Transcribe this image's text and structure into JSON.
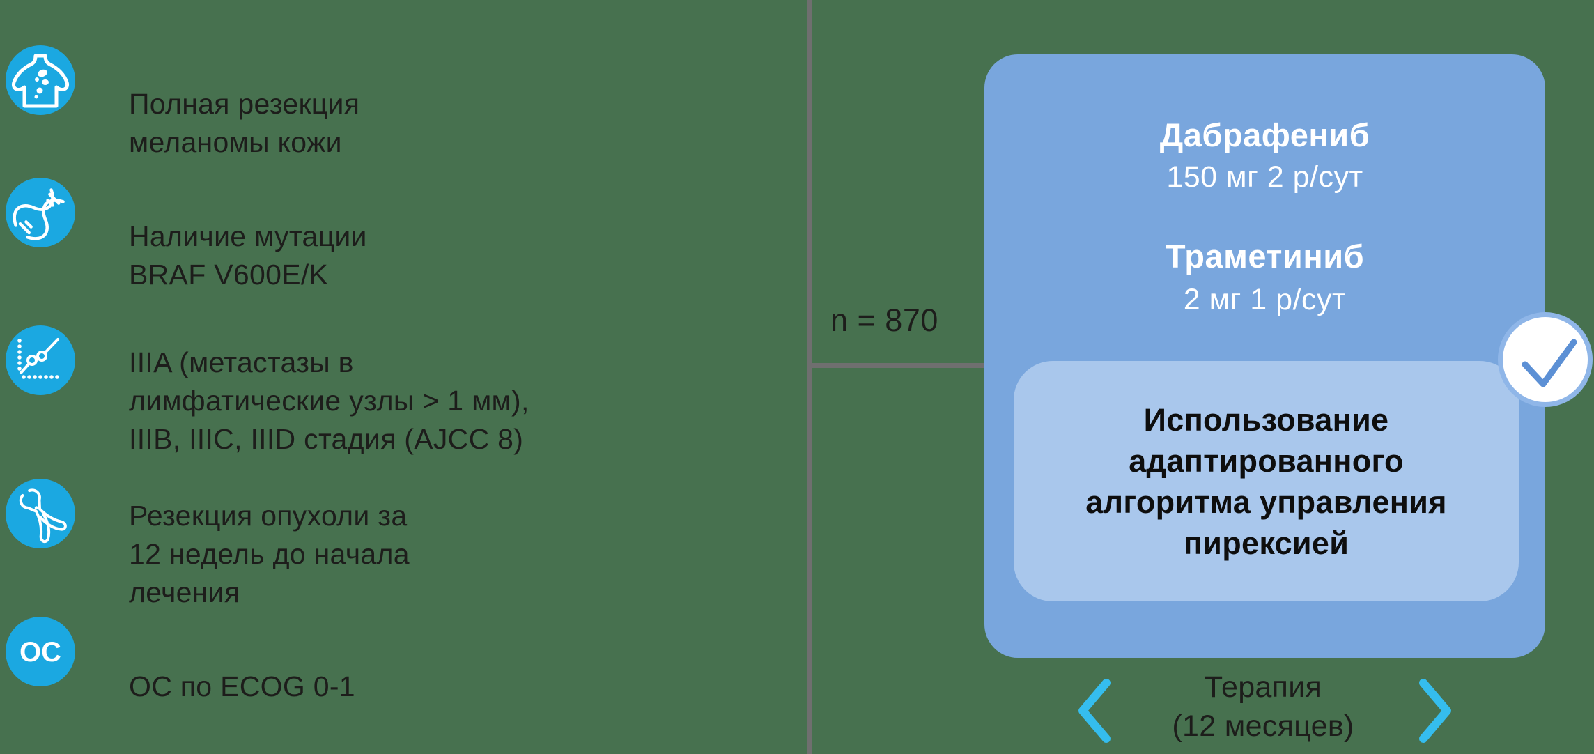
{
  "criteria": [
    {
      "icon": "melanoma-torso-icon",
      "lines": [
        "Полная резекция",
        "меланомы кожи"
      ]
    },
    {
      "icon": "dna-icon",
      "lines": [
        "Наличие мутации",
        "BRAF V600E/K"
      ]
    },
    {
      "icon": "stage-chart-icon",
      "lines": [
        "IIIA (метастазы в",
        "лимфатические узлы > 1 мм),",
        "IIIB, IIIC, IIID стадия (AJCC 8)"
      ]
    },
    {
      "icon": "forceps-icon",
      "lines": [
        "Резекция опухоли за",
        "12 недель до начала",
        "лечения"
      ]
    },
    {
      "icon": "oc-badge-icon",
      "badge_text": "ОС",
      "lines": [
        "ОС по ECOG 0-1"
      ]
    }
  ],
  "randomization": {
    "n_label": "n = 870"
  },
  "treatment_box": {
    "drug1_name": "Дабрафениб",
    "drug1_dose": "150 мг 2 р/сут",
    "drug2_name": "Траметиниб",
    "drug2_dose": "2 мг 1 р/сут",
    "algorithm_note": "Использование адаптированного алгоритма управления пирексией",
    "check_icon": "checkmark-icon"
  },
  "therapy_nav": {
    "label_line1": "Терапия",
    "label_line2": "(12 месяцев)",
    "prev_icon": "chevron-left-icon",
    "next_icon": "chevron-right-icon"
  },
  "colors": {
    "background_green": "#47714F",
    "icon_circle_blue": "#1BA8E1",
    "treatment_box_blue": "#79A6DD",
    "algorithm_box_blue": "#A9C7EC",
    "check_ring_blue": "#8FB6E8",
    "checkmark_blue": "#5C90D5",
    "chevron_cyan": "#35BDEE",
    "divider_gray": "#6F6F6F",
    "text_dark": "#1D1D1B",
    "text_white": "#FFFFFF"
  }
}
